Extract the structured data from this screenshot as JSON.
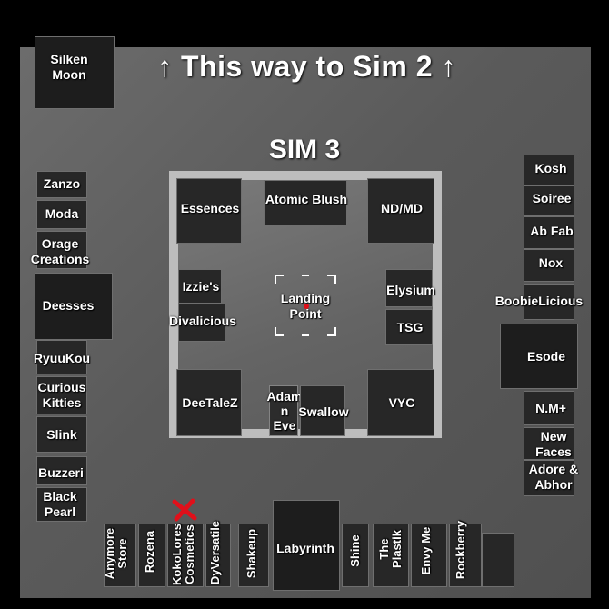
{
  "title": "↑ This way to Sim 2 ↑",
  "sim_label": "SIM 3",
  "landing": {
    "label": "Landing\nPoint"
  },
  "colors": {
    "floor": "#5e5e5e",
    "courtyard_border": "#bdbdbd",
    "shop": "#272727",
    "marker": "#e0101a"
  },
  "marker_icon": "red-x-marker-icon",
  "top_left_shop": "Silken\nMoon",
  "center_shops": {
    "essences": "Essences",
    "atomic_blush": "Atomic  Blush",
    "nd_md": "ND/MD",
    "izzies": "Izzie's",
    "divalicious": "Divalicious",
    "elysium": "Elysium",
    "tsg": "TSG",
    "deetalez": "DeeTaleZ",
    "adam_n_eve": "Adam\nn\nEve",
    "swallow": "Swallow",
    "vyc": "VYC"
  },
  "left_shops": [
    "Zanzo",
    "Moda",
    "Orage\nCreations",
    "Deesses",
    "RyuuKou",
    "Curious\nKitties",
    "Slink",
    "Buzzeri",
    "Black\nPearl"
  ],
  "right_shops": [
    "Kosh",
    "Soiree",
    "Ab Fab",
    "Nox",
    "BoobieLicious",
    "Esode",
    "N.M+",
    "New\nFaces",
    "Adore &\nAbhor"
  ],
  "bottom_shops": [
    "Anymore\nStore",
    "Rozena",
    "KokoLores\nCosmetics",
    "DyVersatile",
    "Shakeup",
    "Labyrinth",
    "Shine",
    "The\nPlastik",
    "Envy Me",
    "Rockberry"
  ]
}
